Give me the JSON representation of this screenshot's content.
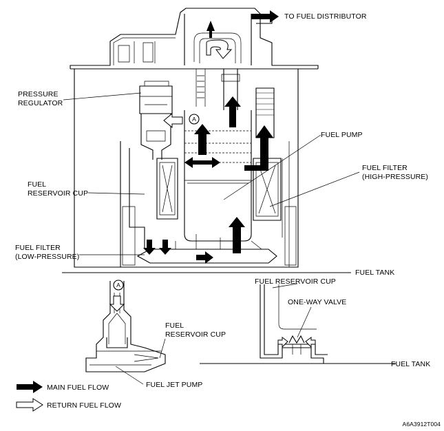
{
  "labels": {
    "to_fuel_distributor": "TO FUEL DISTRIBUTOR",
    "pressure_regulator_line1": "PRESSURE",
    "pressure_regulator_line2": "REGULATOR",
    "fuel_pump": "FUEL PUMP",
    "fuel_filter_high_line1": "FUEL FILTER",
    "fuel_filter_high_line2": "(HIGH-PRESSURE)",
    "fuel_reservoir_cup_line1": "FUEL",
    "fuel_reservoir_cup_line2": "RESERVOIR CUP",
    "fuel_filter_low_line1": "FUEL FILTER",
    "fuel_filter_low_line2": "(LOW-PRESSURE)",
    "fuel_tank_upper": "FUEL TANK",
    "fuel_reservoir_cup_right": "FUEL RESERVOIR CUP",
    "one_way_valve": "ONE-WAY VALVE",
    "fuel_tank_lower": "FUEL TANK",
    "jet_reservoir_cup_line1": "FUEL",
    "jet_reservoir_cup_line2": "RESERVOIR CUP",
    "fuel_jet_pump": "FUEL JET PUMP",
    "callout_a_main": "A",
    "callout_a_detail": "A",
    "figure_code": "A6A3912T004"
  },
  "legend": {
    "main_fuel_flow": "MAIN FUEL FLOW",
    "return_fuel_flow": "RETURN FUEL FLOW"
  }
}
